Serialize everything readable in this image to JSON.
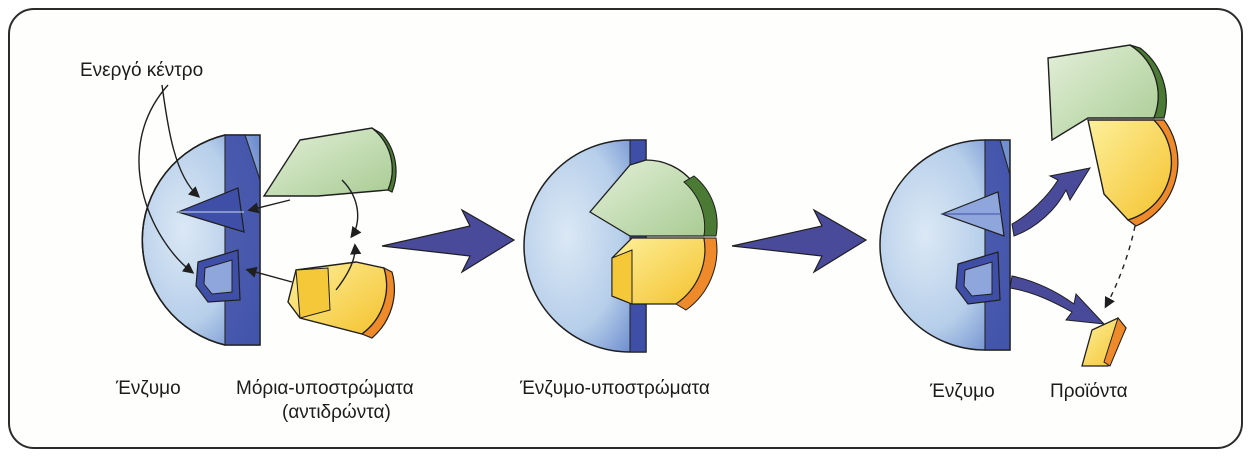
{
  "labels": {
    "active_site": "Ενεργό κέντρο",
    "enzyme_1": "Ένζυμο",
    "substrates_line1": "Μόρια-υποστρώματα",
    "substrates_line2": "(αντιδρώντα)",
    "complex": "Ένζυμο-υποστρώματα",
    "enzyme_2": "Ένζυμο",
    "products": "Προϊόντα"
  },
  "colors": {
    "enzyme_light": "#c9dcef",
    "enzyme_dark": "#3f4fa8",
    "enzyme_mid": "#7f97d3",
    "green_light": "#cfe3c3",
    "green_dark": "#4b7a34",
    "yellow_light": "#fbe37a",
    "yellow_dark": "#f2b81c",
    "orange": "#ee8a2a",
    "arrow_purple": "#4a4a9a",
    "outline": "#1f1f1f"
  }
}
